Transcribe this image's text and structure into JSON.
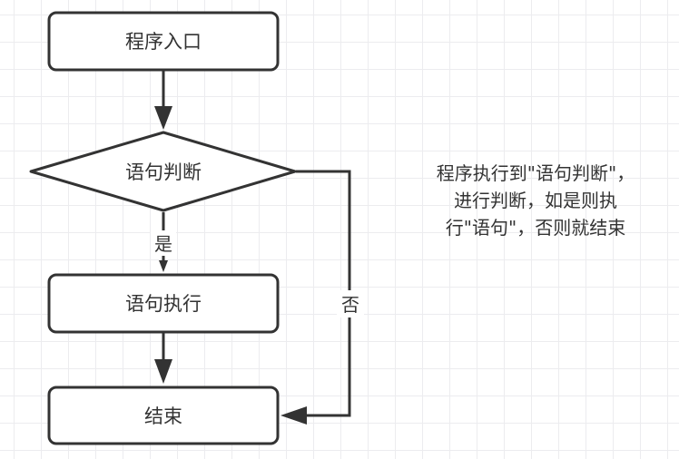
{
  "diagram": {
    "type": "flowchart",
    "nodes": {
      "start": {
        "label": "程序入口",
        "shape": "rounded-rectangle"
      },
      "decision": {
        "label": "语句判断",
        "shape": "diamond"
      },
      "execute": {
        "label": "语句执行",
        "shape": "rounded-rectangle"
      },
      "end": {
        "label": "结束",
        "shape": "rounded-rectangle"
      }
    },
    "edges": [
      {
        "from": "start",
        "to": "decision",
        "label": ""
      },
      {
        "from": "decision",
        "to": "execute",
        "label": "是"
      },
      {
        "from": "execute",
        "to": "end",
        "label": ""
      },
      {
        "from": "decision",
        "to": "end",
        "label": "否"
      }
    ],
    "note_lines": [
      "程序执行到\"语句判断\"，",
      "进行判断，如是则执",
      "行\"语句\"，否则就结束"
    ],
    "colors": {
      "stroke": "#333333",
      "fill": "#ffffff",
      "grid": "#ececef",
      "text": "#333333"
    }
  }
}
